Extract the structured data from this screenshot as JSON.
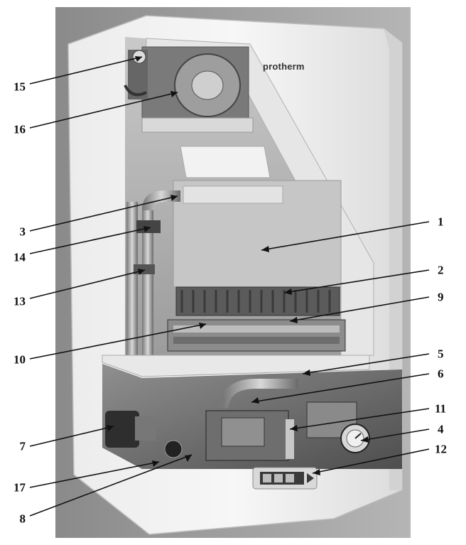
{
  "diagram": {
    "brand_text": "protherm",
    "callouts": [
      {
        "id": "1",
        "label": "1",
        "side": "right"
      },
      {
        "id": "2",
        "label": "2",
        "side": "right"
      },
      {
        "id": "9",
        "label": "9",
        "side": "right"
      },
      {
        "id": "5",
        "label": "5",
        "side": "right"
      },
      {
        "id": "6",
        "label": "6",
        "side": "right"
      },
      {
        "id": "11",
        "label": "11",
        "side": "right"
      },
      {
        "id": "4",
        "label": "4",
        "side": "right"
      },
      {
        "id": "12",
        "label": "12",
        "side": "right"
      },
      {
        "id": "15",
        "label": "15",
        "side": "left"
      },
      {
        "id": "16",
        "label": "16",
        "side": "left"
      },
      {
        "id": "3",
        "label": "3",
        "side": "left"
      },
      {
        "id": "14",
        "label": "14",
        "side": "left"
      },
      {
        "id": "13",
        "label": "13",
        "side": "left"
      },
      {
        "id": "10",
        "label": "10",
        "side": "left"
      },
      {
        "id": "7",
        "label": "7",
        "side": "left"
      },
      {
        "id": "17",
        "label": "17",
        "side": "left"
      },
      {
        "id": "8",
        "label": "8",
        "side": "left"
      }
    ]
  }
}
